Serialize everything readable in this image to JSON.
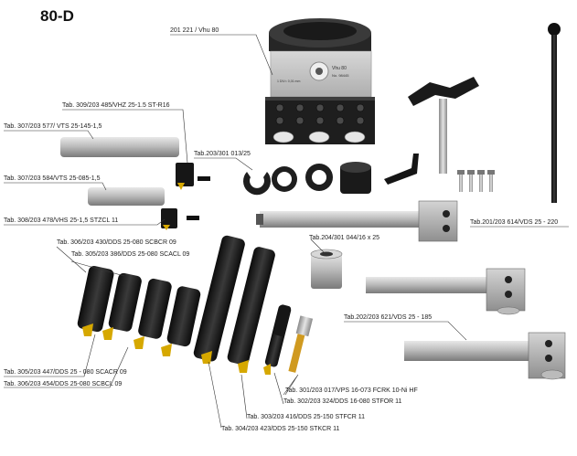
{
  "header": {
    "code": "80-D"
  },
  "labels": {
    "vhu": "201 221 / Vhu 80",
    "vhz": "Tab. 309/203 485/VHZ 25-1.5 ST-R16",
    "vts145": "Tab. 307/203 577/ VTS 25-145-1,5",
    "rings": "Tab.203/301 013/25",
    "vts085": "Tab. 307/203 584/VTS 25-085-1,5",
    "vhs": "Tab. 308/203 478/VHS 25-1,5 STZCL 11",
    "vds220": "Tab.201/203 614/VDS 25 - 220",
    "scbcr": "Tab. 306/203 430/DDS 25-080 SCBCR 09",
    "scacl": "Tab. 305/203 386/DDS 25-080 SCACL 09",
    "bush": "Tab.204/301 044/16 x 25",
    "vds185": "Tab.202/203 621/VDS 25 - 185",
    "scacr": "Tab. 305/203 447/DDS 25 - 080 SCACR 09",
    "scbcl": "Tab. 306/203 454/DDS 25-080 SCBCL 09",
    "vps": "Tab. 301/203 017/VPS 16-073 FCRK 10-Ni HF",
    "stfor": "Tab. 302/203 324/DDS 16-080 STFOR 11",
    "stfcr": "Tab. 303/203 416/DDS 25-150 STFCR 11",
    "stkcr": "Tab. 304/203 423/DDS 25-150 STKCR 11"
  },
  "head_markings": {
    "model": "Vhu 80",
    "serial": "No. 98445",
    "scale": "1 DIV= 0,01 mm"
  },
  "colors": {
    "body": "#1c1c1c",
    "steel": "#b9b9b9",
    "insert": "#d6a800",
    "bronze": "#c79a2a"
  }
}
